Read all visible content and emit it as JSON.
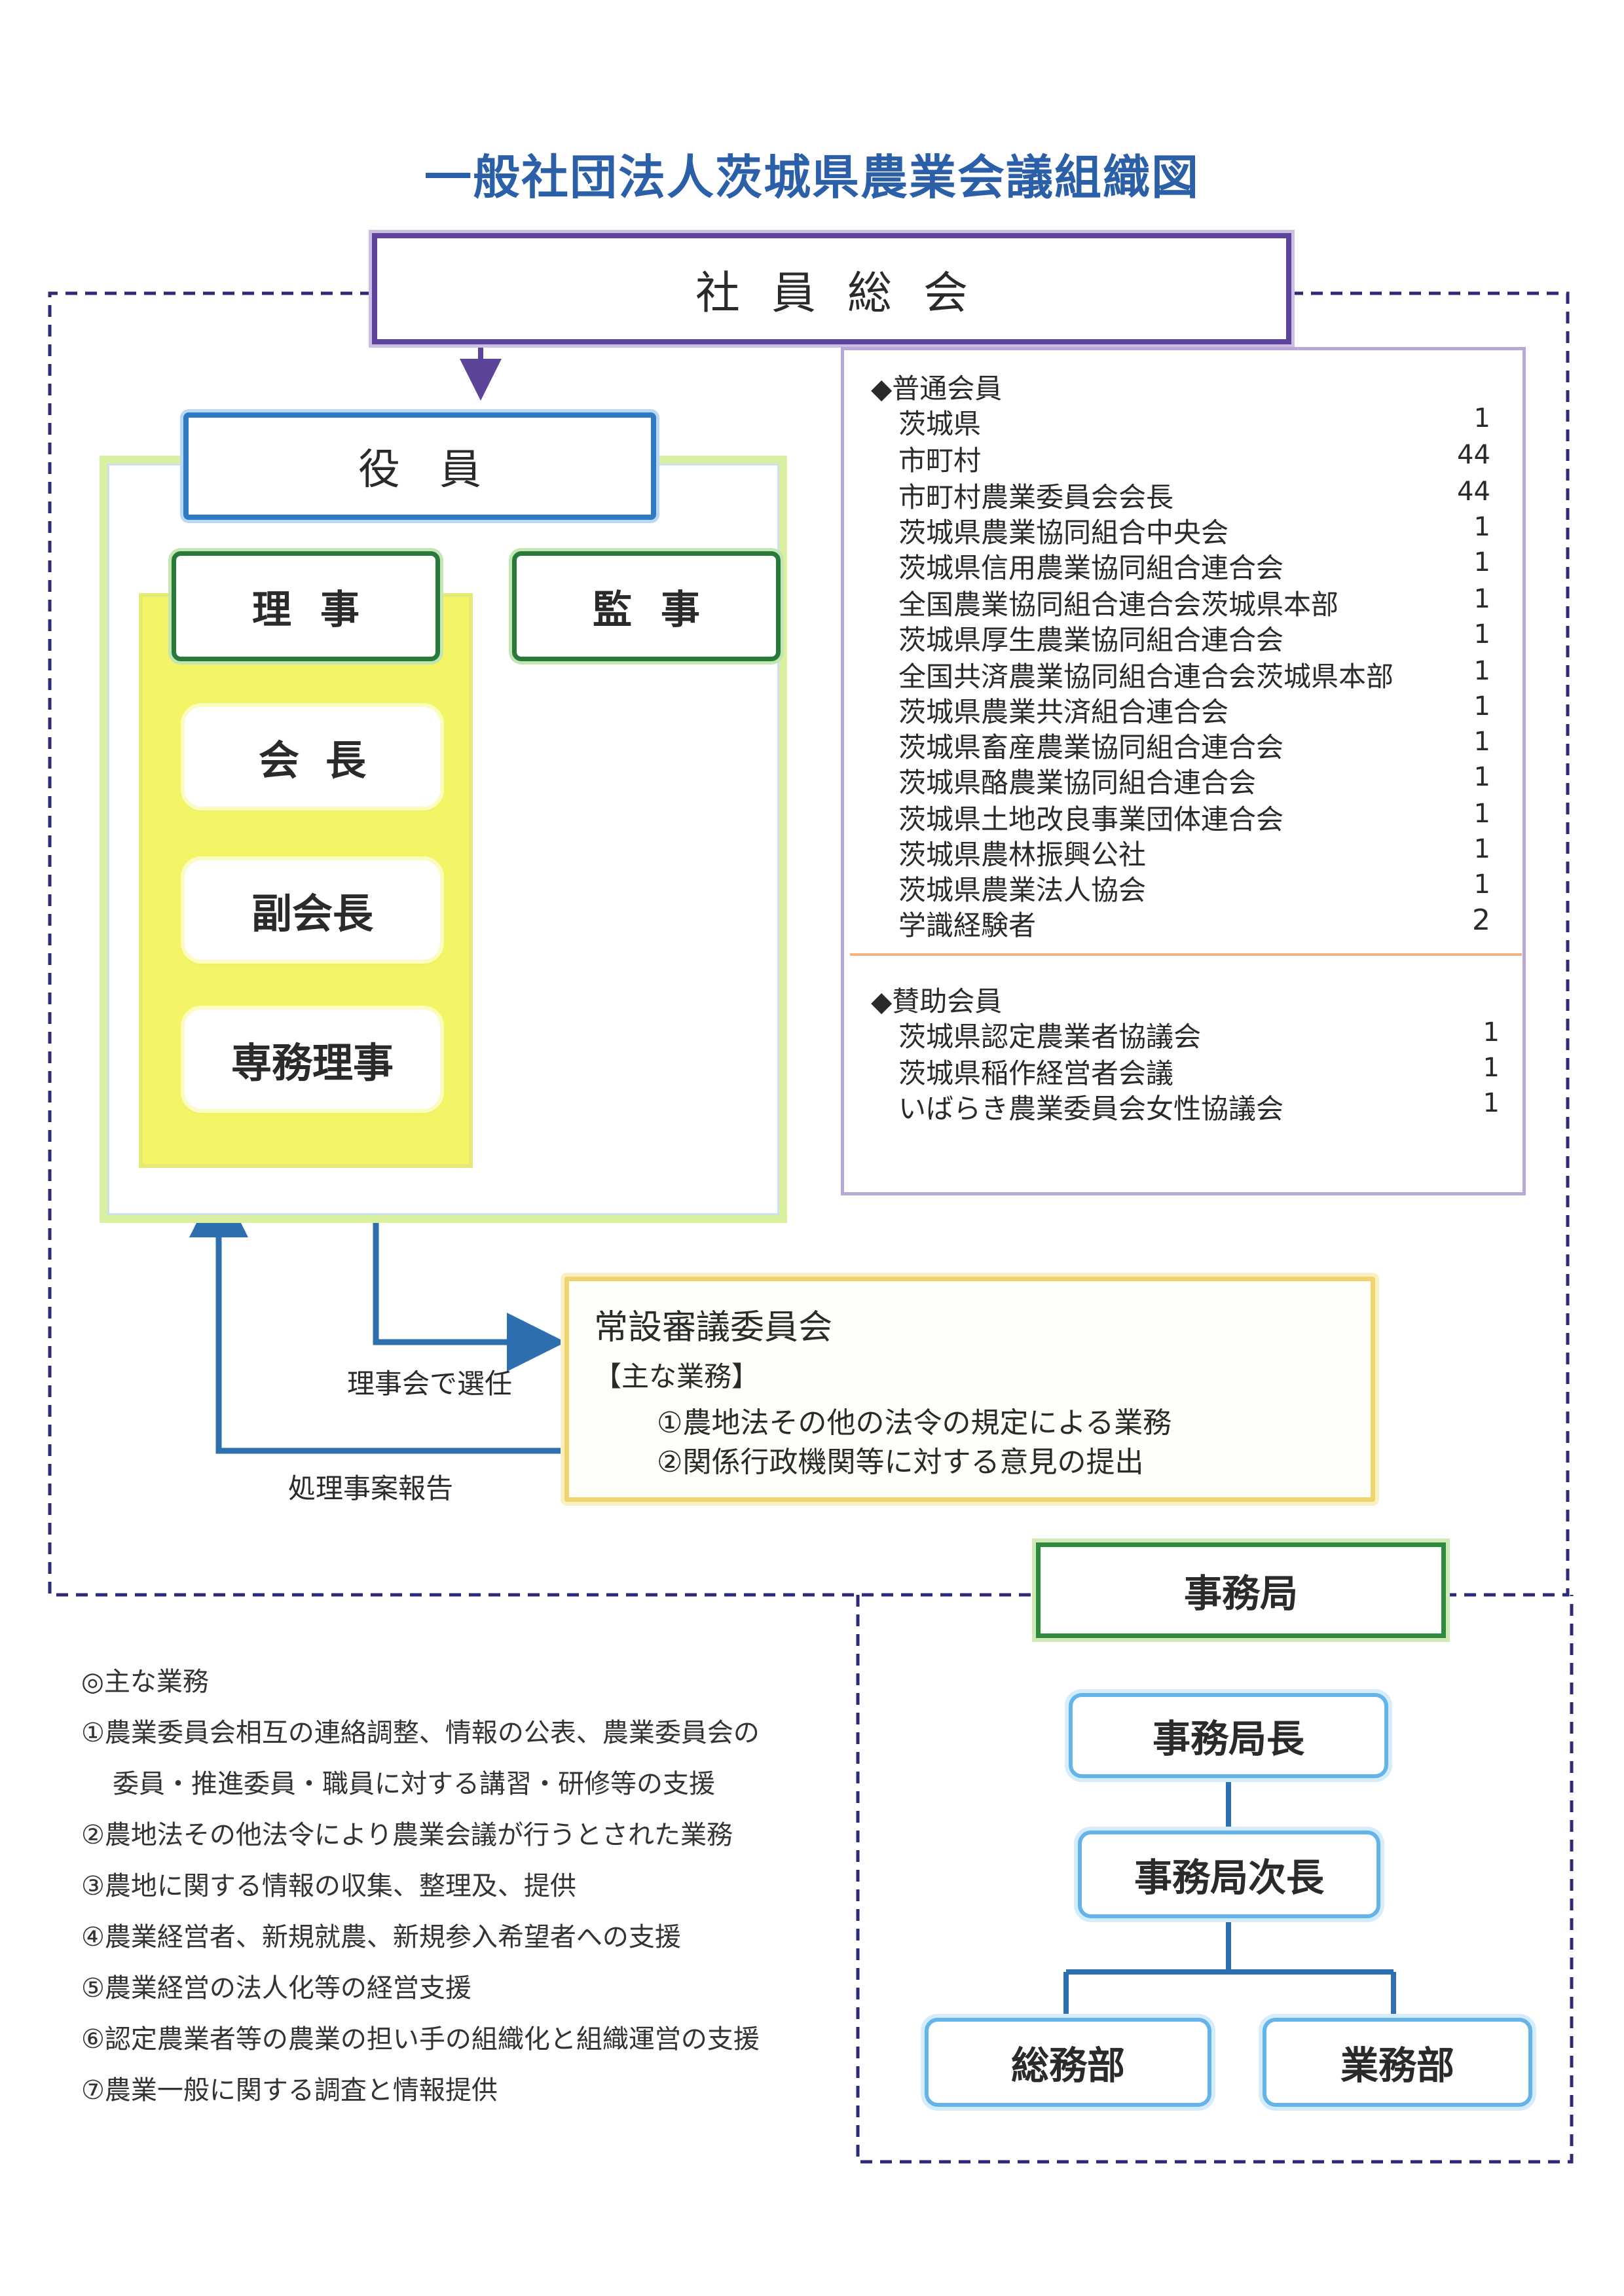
{
  "title": "一般社団法人茨城県農業会議組織図",
  "general_assembly": "社員総会",
  "officers": "役員",
  "directors": "理事",
  "auditors": "監事",
  "chairman": "会長",
  "vice_chairman": "副会長",
  "executive_director": "専務理事",
  "members": {
    "regular_heading": "◆普通会員",
    "regular": [
      {
        "name": "茨城県",
        "count": "1"
      },
      {
        "name": "市町村",
        "count": "44"
      },
      {
        "name": "市町村農業委員会会長",
        "count": "44"
      },
      {
        "name": "茨城県農業協同組合中央会",
        "count": "1"
      },
      {
        "name": "茨城県信用農業協同組合連合会",
        "count": "1"
      },
      {
        "name": "全国農業協同組合連合会茨城県本部",
        "count": "1"
      },
      {
        "name": "茨城県厚生農業協同組合連合会",
        "count": "1"
      },
      {
        "name": "全国共済農業協同組合連合会茨城県本部",
        "count": "1"
      },
      {
        "name": "茨城県農業共済組合連合会",
        "count": "1"
      },
      {
        "name": "茨城県畜産農業協同組合連合会",
        "count": "1"
      },
      {
        "name": "茨城県酪農業協同組合連合会",
        "count": "1"
      },
      {
        "name": "茨城県土地改良事業団体連合会",
        "count": "1"
      },
      {
        "name": "茨城県農林振興公社",
        "count": "1"
      },
      {
        "name": "茨城県農業法人協会",
        "count": "1"
      },
      {
        "name": "学識経験者",
        "count": "2"
      }
    ],
    "support_heading": "◆賛助会員",
    "support": [
      {
        "name": "茨城県認定農業者協議会",
        "count": "1"
      },
      {
        "name": "茨城県稲作経営者会議",
        "count": "1"
      },
      {
        "name": "いばらき農業委員会女性協議会",
        "count": "1"
      }
    ]
  },
  "committee": {
    "title": "常設審議委員会",
    "subtitle": "【主な業務】",
    "duties": [
      "①農地法その他の法令の規定による業務",
      "②関係行政機関等に対する意見の提出"
    ]
  },
  "flow": {
    "appointed": "理事会で選任",
    "report": "処理事案報告"
  },
  "secretariat": {
    "title": "事務局",
    "director": "事務局長",
    "deputy": "事務局次長",
    "general_affairs": "総務部",
    "operations": "業務部"
  },
  "main_duties": {
    "heading": "◎主な業務",
    "items": [
      "①農業委員会相互の連絡調整、情報の公表、農業委員会の",
      "委員・推進委員・職員に対する講習・研修等の支援",
      "②農地法その他法令により農業会議が行うとされた業務",
      "③農地に関する情報の収集、整理及、提供",
      "④農業経営者、新規就農、新規参入希望者への支援",
      "⑤農業経営の法人化等の経営支援",
      "⑥認定農業者等の農業の担い手の組織化と組織運営の支援",
      "⑦農業一般に関する調査と情報提供"
    ]
  },
  "colors": {
    "title": "#2b5fa8",
    "assembly_border": "#5b4499",
    "dashed_frame": "#2e2a7a",
    "flow_arrow": "#2e6fb0",
    "director_border": "#277a3a",
    "director_panel": "#f3f566",
    "committee_border": "#f0d470",
    "secretariat_box": "#64b4ea"
  }
}
